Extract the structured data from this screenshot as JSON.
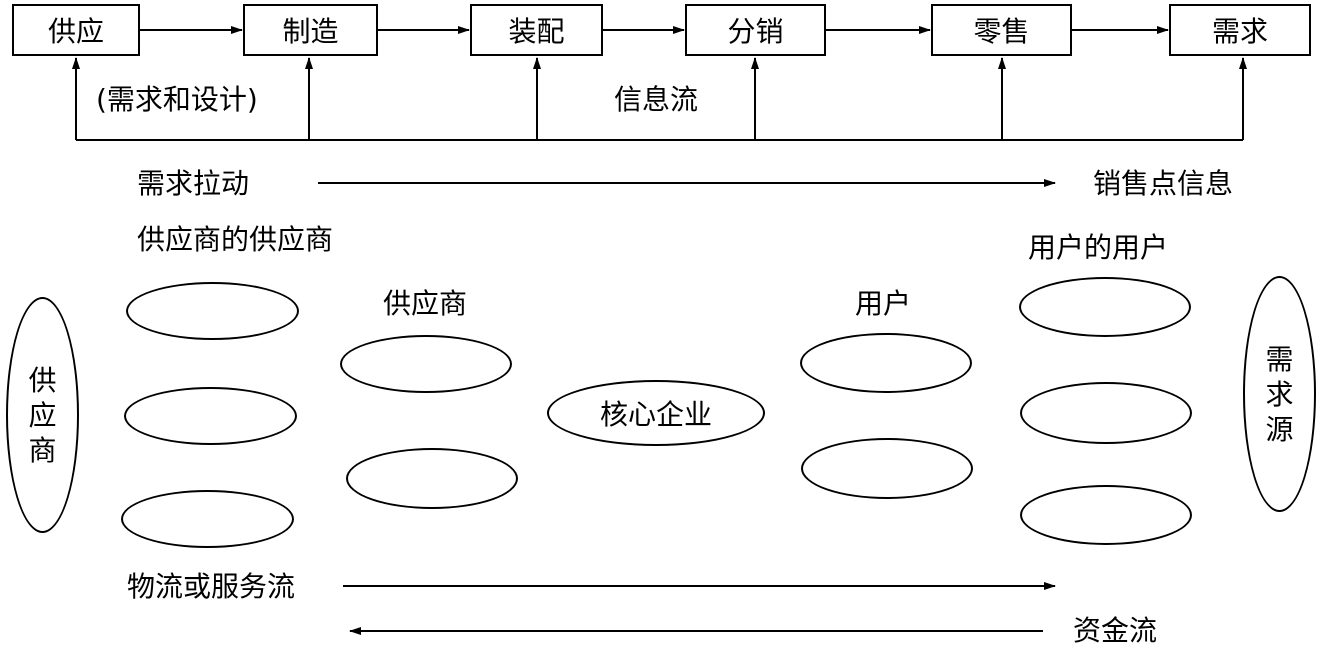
{
  "process_boxes": [
    "供应",
    "制造",
    "装配",
    "分销",
    "零售",
    "需求"
  ],
  "info": {
    "design_note": "(需求和设计)",
    "info_flow": "信息流"
  },
  "pull": {
    "left": "需求拉动",
    "right": "销售点信息"
  },
  "groups": {
    "suppliers_of_suppliers": "供应商的供应商",
    "suppliers": "供应商",
    "core": "核心企业",
    "customers": "用户",
    "customers_of_customers": "用户的用户"
  },
  "ends": {
    "left": [
      "供",
      "应",
      "商"
    ],
    "right": [
      "需",
      "求",
      "源"
    ]
  },
  "flows": {
    "material": "物流或服务流",
    "capital": "资金流"
  }
}
